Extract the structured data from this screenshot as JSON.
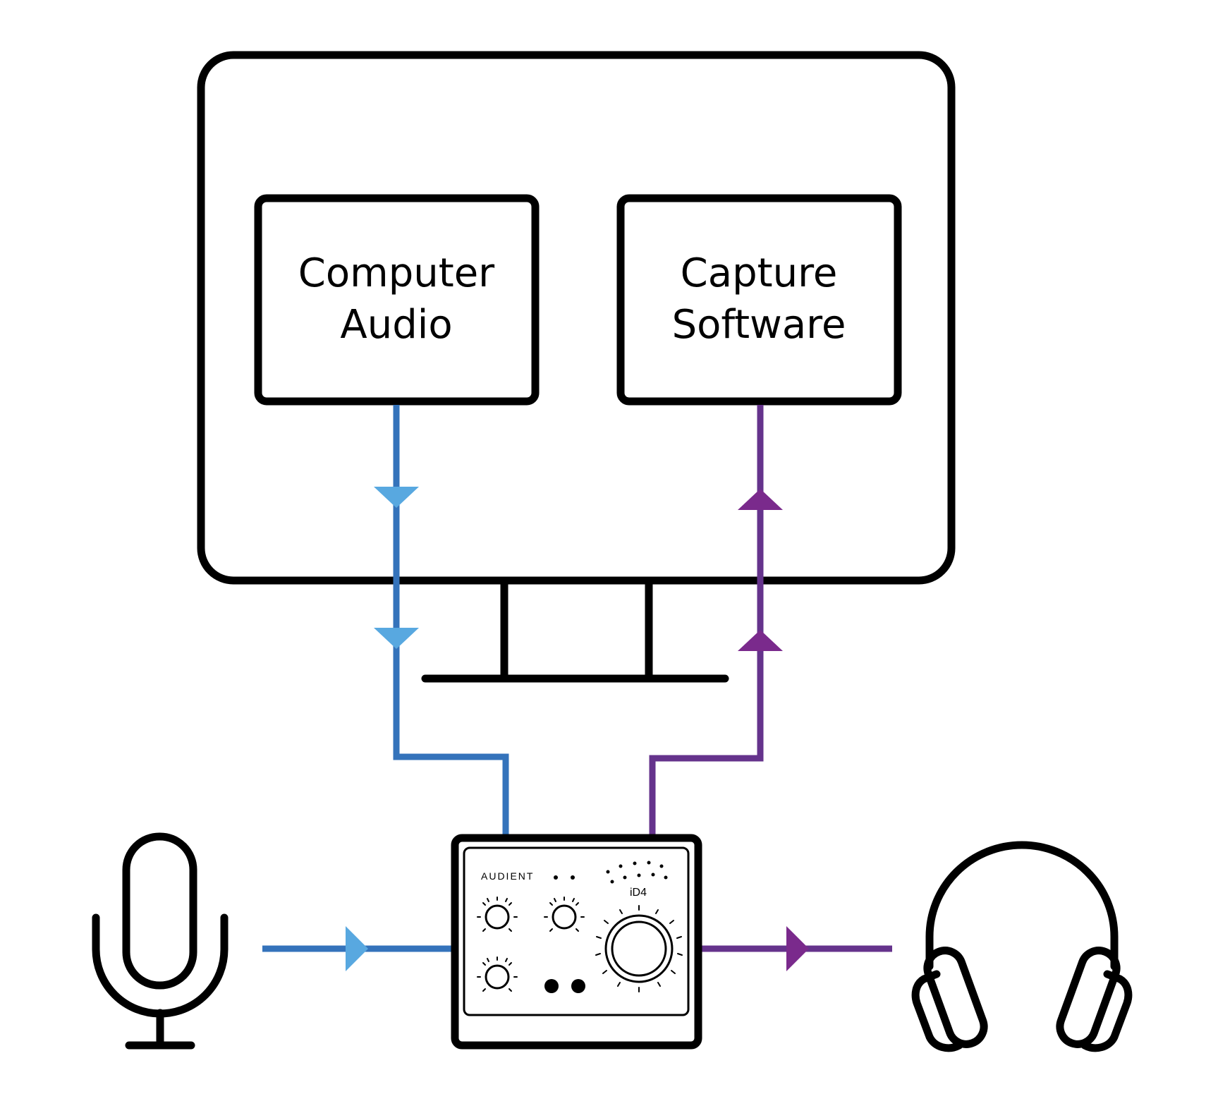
{
  "diagram": {
    "computer_audio_box": {
      "line1": "Computer",
      "line2": "Audio"
    },
    "capture_software_box": {
      "line1": "Capture",
      "line2": "Software"
    },
    "interface": {
      "brand": "AUDIENT",
      "model": "iD4"
    },
    "icons": {
      "monitor": "monitor-icon",
      "microphone": "microphone-icon",
      "headphones": "headphones-icon",
      "interface": "audio-interface-icon"
    },
    "colors": {
      "stroke": "#000000",
      "line_blue": "#3473bb",
      "arrow_blue": "#58a8e0",
      "line_purple": "#65338c",
      "arrow_purple": "#7a2a8c"
    }
  }
}
